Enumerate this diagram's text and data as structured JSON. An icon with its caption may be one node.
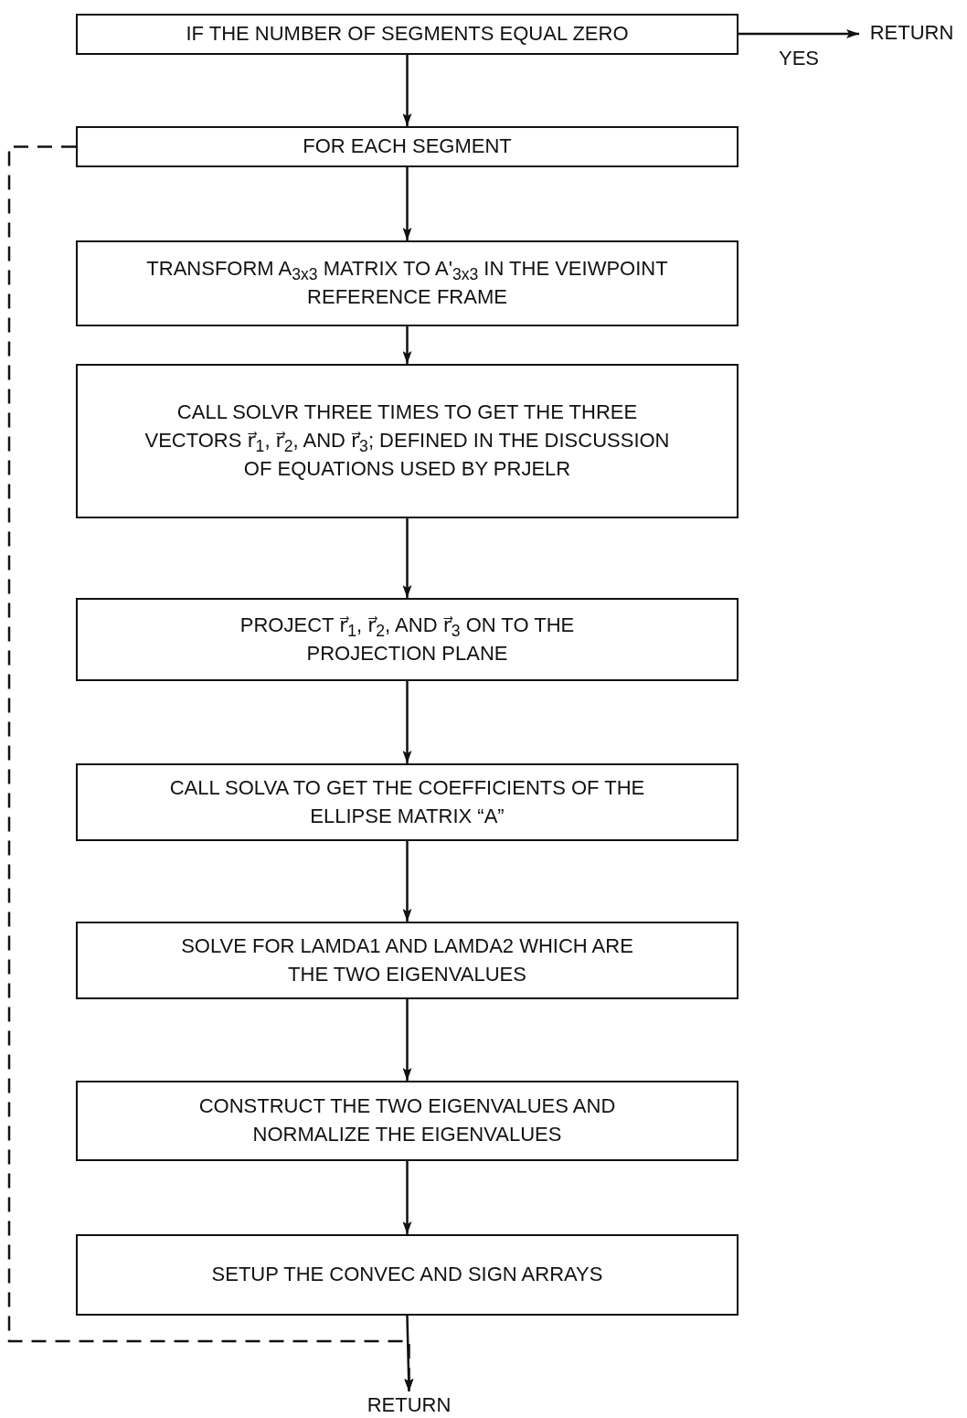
{
  "diagram": {
    "nodes": [
      {
        "text": [
          "IF THE NUMBER OF SEGMENTS EQUAL ZERO"
        ]
      },
      {
        "text": [
          "RETURN"
        ]
      },
      {
        "text": [
          "FOR EACH SEGMENT"
        ]
      },
      {
        "text": [
          "TRANSFORM A$_{3x3}$ MATRIX TO A'$_{3x3}$ IN THE VEIWPOINT REFERENCE FRAME"
        ]
      },
      {
        "text": [
          "CALL SOLVR THREE TIMES TO GET THE THREE VECTORS r⃗$_{1}$, r⃗$_{2}$, AND r⃗$_{3}$; DEFINED IN THE DISCUSSION OF EQUATIONS USED BY PRJELR"
        ]
      },
      {
        "text": [
          "PROJECT r⃗$_{1}$, r⃗$_{2}$, AND r⃗$_{3}$ ON TO THE PROJECTION PLANE"
        ]
      },
      {
        "text": [
          "CALL SOLVA TO GET THE COEFFICIENTS OF THE ELLIPSE MATRIX “A”"
        ]
      },
      {
        "text": [
          "SOLVE FOR LAMDA1 AND LAMDA2 WHICH ARE THE TWO EIGENVALUES"
        ]
      },
      {
        "text": [
          "CONSTRUCT THE TWO EIGENVALUES AND NORMALIZE THE EIGENVALUES"
        ]
      },
      {
        "text": [
          "SETUP THE CONVEC AND SIGN ARRAYS"
        ]
      },
      {
        "text": [
          "RETURN"
        ]
      }
    ],
    "edges": [
      {
        "from": 0,
        "to": 1,
        "arrow": "to",
        "label": "YES"
      },
      {
        "from": 0,
        "to": 2,
        "arrow": "to"
      },
      {
        "from": 2,
        "to": 3,
        "arrow": "to"
      },
      {
        "from": 3,
        "to": 4,
        "arrow": "to"
      },
      {
        "from": 4,
        "to": 5,
        "arrow": "to"
      },
      {
        "from": 5,
        "to": 6,
        "arrow": "to"
      },
      {
        "from": 6,
        "to": 7,
        "arrow": "to"
      },
      {
        "from": 7,
        "to": 8,
        "arrow": "to"
      },
      {
        "from": 8,
        "to": 9,
        "arrow": "to"
      },
      {
        "from": 9,
        "to": 10,
        "arrow": "to"
      },
      {
        "from": 2,
        "to": 10,
        "arrow": "to",
        "style": "dashed"
      }
    ]
  }
}
